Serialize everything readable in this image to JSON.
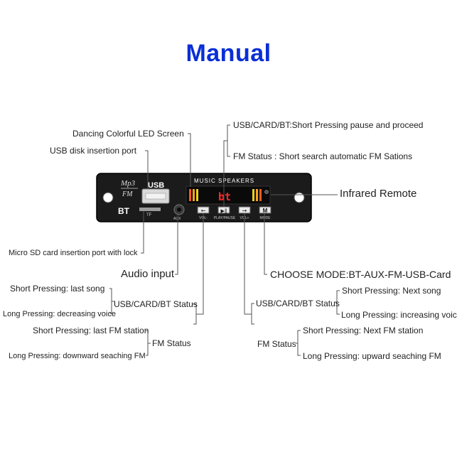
{
  "title": "Manual",
  "board": {
    "mp3_text": "Mp3",
    "fm_text": "FM",
    "bt_text": "BT",
    "usb_text": "USB",
    "tf_text": "TF",
    "aux_text": "AUX",
    "brand_text": "MUSIC SPEAKERS",
    "display_text": "bt",
    "buttons": [
      {
        "symbol": "←",
        "label": "VOL-"
      },
      {
        "symbol": "▶‖",
        "label": "PLAY/PAUSE"
      },
      {
        "symbol": "→",
        "label": "VOL+"
      },
      {
        "symbol": "M",
        "label": "MODE"
      }
    ]
  },
  "labels": {
    "led_screen": "Dancing Colorful LED Screen",
    "usb_port": "USB disk insertion port",
    "sd_port": "Micro SD card insertion port with lock",
    "audio_input": "Audio input",
    "usb_card_bt_short": "USB/CARD/BT:Short Pressing pause and proceed",
    "fm_status_short": "FM Status : Short search automatic FM Sations",
    "infrared": "Infrared Remote",
    "choose_mode": "CHOOSE MODE:BT-AUX-FM-USB-Card"
  },
  "left_group": {
    "bt_status": "USB/CARD/BT Status",
    "bt_short": "Short Pressing: last song",
    "bt_long": "Long Pressing: decreasing voice",
    "fm_status": "FM Status",
    "fm_short": "Short Pressing: last FM station",
    "fm_long": "Long Pressing: downward seaching FM"
  },
  "right_group": {
    "bt_status": "USB/CARD/BT Status",
    "bt_short": "Short Pressing: Next song",
    "bt_long": "Long Pressing: increasing voice",
    "fm_status": "FM Status",
    "fm_short": "Short Pressing: Next FM station",
    "fm_long": "Long Pressing: upward seaching FM"
  }
}
